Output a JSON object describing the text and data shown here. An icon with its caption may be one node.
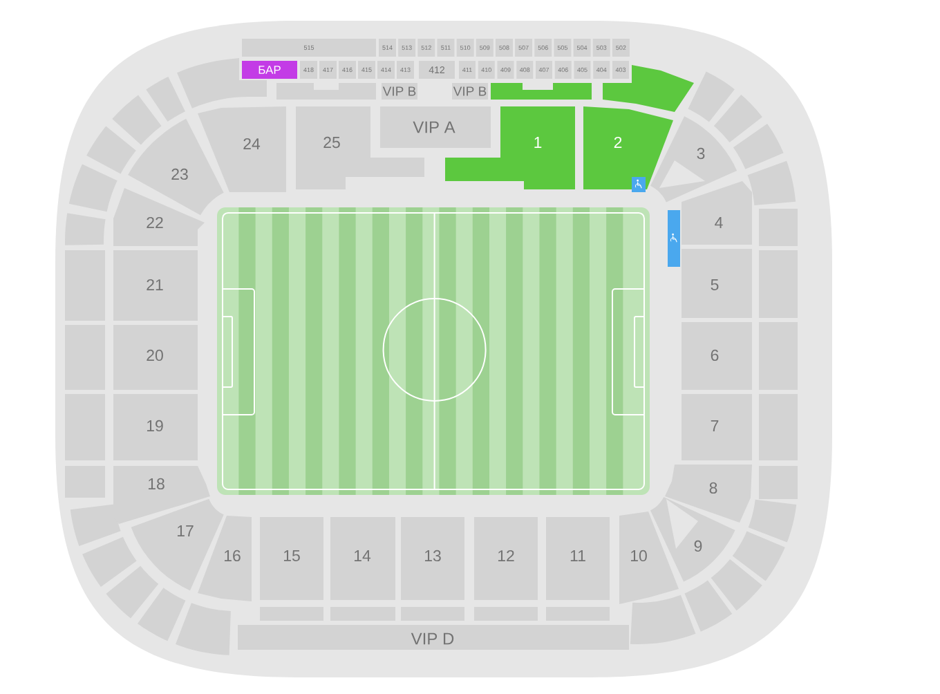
{
  "diagram": {
    "nodes": [
      {
        "text": [
          "515"
        ]
      },
      {
        "text": [
          "514"
        ]
      },
      {
        "text": [
          "513"
        ]
      },
      {
        "text": [
          "512"
        ]
      },
      {
        "text": [
          "511"
        ]
      },
      {
        "text": [
          "510"
        ]
      },
      {
        "text": [
          "509"
        ]
      },
      {
        "text": [
          "508"
        ]
      },
      {
        "text": [
          "507"
        ]
      },
      {
        "text": [
          "506"
        ]
      },
      {
        "text": [
          "505"
        ]
      },
      {
        "text": [
          "504"
        ]
      },
      {
        "text": [
          "503"
        ]
      },
      {
        "text": [
          "502"
        ]
      },
      {
        "text": [
          "БАР"
        ]
      },
      {
        "text": [
          "418"
        ]
      },
      {
        "text": [
          "417"
        ]
      },
      {
        "text": [
          "416"
        ]
      },
      {
        "text": [
          "415"
        ]
      },
      {
        "text": [
          "414"
        ]
      },
      {
        "text": [
          "413"
        ]
      },
      {
        "text": [
          "412"
        ]
      },
      {
        "text": [
          "411"
        ]
      },
      {
        "text": [
          "410"
        ]
      },
      {
        "text": [
          "409"
        ]
      },
      {
        "text": [
          "408"
        ]
      },
      {
        "text": [
          "407"
        ]
      },
      {
        "text": [
          "406"
        ]
      },
      {
        "text": [
          "405"
        ]
      },
      {
        "text": [
          "404"
        ]
      },
      {
        "text": [
          "403"
        ]
      },
      {
        "text": [
          "VIP B"
        ]
      },
      {
        "text": [
          "VIP B"
        ]
      },
      {
        "text": [
          "24"
        ]
      },
      {
        "text": [
          "25"
        ]
      },
      {
        "text": [
          "VIP A"
        ]
      },
      {
        "text": [
          "1"
        ]
      },
      {
        "text": [
          "2"
        ]
      },
      {
        "text": [
          "23"
        ]
      },
      {
        "text": [
          "3"
        ]
      },
      {
        "text": [
          "22"
        ]
      },
      {
        "text": [
          "4"
        ]
      },
      {
        "text": [
          "21"
        ]
      },
      {
        "text": [
          "5"
        ]
      },
      {
        "text": [
          "20"
        ]
      },
      {
        "text": [
          "6"
        ]
      },
      {
        "text": [
          "19"
        ]
      },
      {
        "text": [
          "7"
        ]
      },
      {
        "text": [
          "18"
        ]
      },
      {
        "text": [
          "8"
        ]
      },
      {
        "text": [
          "17"
        ]
      },
      {
        "text": [
          "9"
        ]
      },
      {
        "text": [
          "16"
        ]
      },
      {
        "text": [
          "15"
        ]
      },
      {
        "text": [
          "14"
        ]
      },
      {
        "text": [
          "13"
        ]
      },
      {
        "text": [
          "12"
        ]
      },
      {
        "text": [
          "11"
        ]
      },
      {
        "text": [
          "10"
        ]
      },
      {
        "text": [
          "VIP D"
        ]
      },
      {
        "text": [],
        "shape": "box"
      },
      {
        "text": [],
        "shape": "box"
      },
      {
        "text": [],
        "shape": "box"
      },
      {
        "text": [],
        "shape": "box"
      },
      {
        "text": [],
        "shape": "box"
      },
      {
        "text": [],
        "shape": "box"
      },
      {
        "text": [],
        "shape": "box"
      },
      {
        "text": [],
        "shape": "box"
      },
      {
        "text": [],
        "shape": "box"
      },
      {
        "text": [],
        "shape": "box"
      },
      {
        "text": [],
        "shape": "box"
      },
      {
        "text": [],
        "shape": "box"
      },
      {
        "text": [],
        "shape": "box"
      },
      {
        "text": [],
        "shape": "box"
      },
      {
        "text": [],
        "shape": "box"
      },
      {
        "text": [],
        "shape": "box"
      },
      {
        "text": [],
        "shape": "box"
      },
      {
        "text": [],
        "shape": "box"
      },
      {
        "text": [],
        "shape": "box"
      },
      {
        "text": [],
        "shape": "box"
      },
      {
        "text": [],
        "shape": "box"
      },
      {
        "text": [],
        "shape": "box"
      },
      {
        "text": [],
        "shape": "box"
      },
      {
        "text": [],
        "shape": "box"
      },
      {
        "text": [],
        "shape": "box"
      },
      {
        "text": [],
        "shape": "box"
      },
      {
        "text": [],
        "shape": "box"
      },
      {
        "text": [],
        "shape": "box"
      },
      {
        "text": [],
        "shape": "box"
      },
      {
        "text": [],
        "shape": "box"
      },
      {
        "text": [],
        "shape": "box"
      },
      {
        "text": [],
        "shape": "box"
      },
      {
        "text": [],
        "shape": "box"
      },
      {
        "text": [],
        "shape": "box"
      },
      {
        "text": [],
        "shape": "box"
      },
      {
        "text": [],
        "shape": "box"
      },
      {
        "text": [],
        "shape": "box"
      }
    ]
  }
}
